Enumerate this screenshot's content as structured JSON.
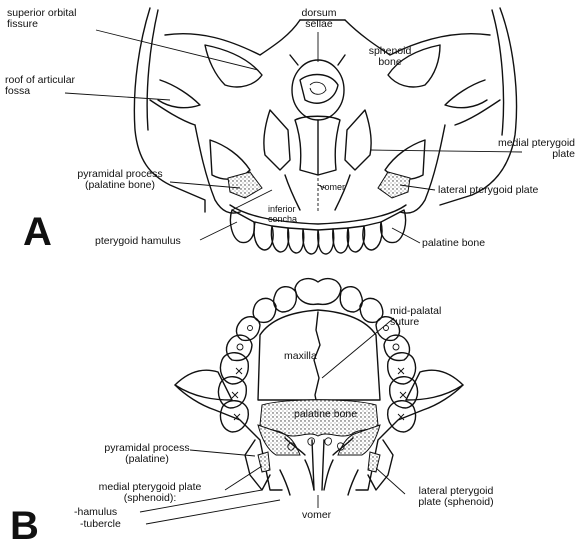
{
  "panel_a": {
    "letter": "A",
    "labels": {
      "superior_orbital_fissure": "superior orbital\nfissure",
      "dorsum_sellae": "dorsum\nsellae",
      "sphenoid_bone": "sphenoid\nbone",
      "roof_of_articular_fossa": "roof of articular\nfossa",
      "medial_pterygoid_plate": "medial pterygoid\nplate",
      "pyramidal_process": "pyramidal process\n(palatine bone)",
      "vomer": "vomer",
      "lateral_pterygoid_plate": "lateral pterygoid plate",
      "inferior_concha": "inferior\nconcha",
      "pterygoid_hamulus": "pterygoid hamulus",
      "palatine_bone": "palatine bone"
    }
  },
  "panel_b": {
    "letter": "B",
    "labels": {
      "mid_palatal_suture": "mid-palatal\nsuture",
      "maxilla": "maxilla",
      "palatine_bone": "palatine bone",
      "pyramidal_process": "pyramidal process\n(palatine)",
      "medial_pterygoid_plate": "medial pterygoid plate\n(sphenoid):",
      "hamulus": "-hamulus",
      "tubercle": "-tubercle",
      "vomer": "vomer",
      "lateral_pterygoid_plate": "lateral pterygoid\nplate (sphenoid)"
    }
  }
}
